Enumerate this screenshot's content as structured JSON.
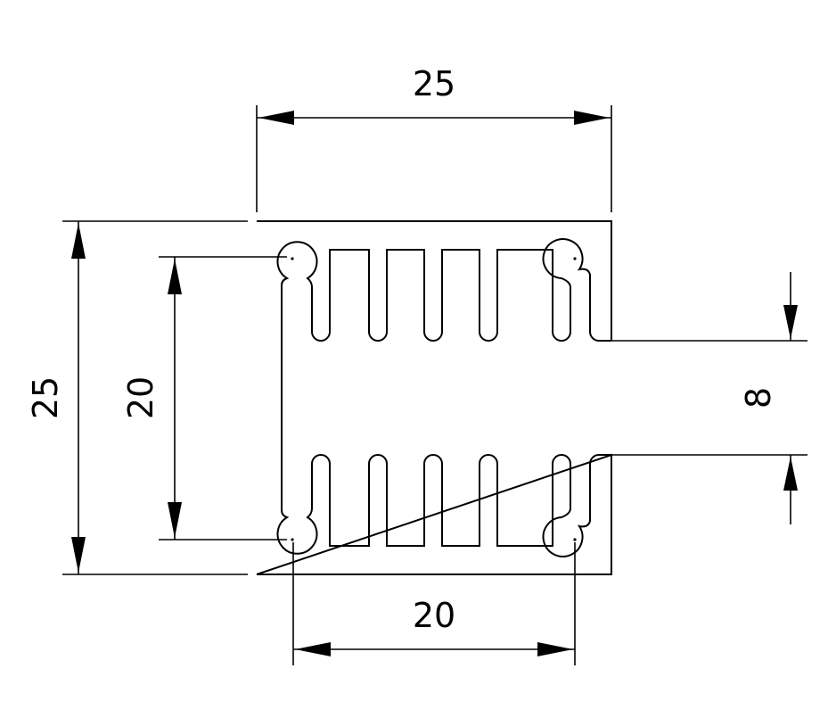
{
  "drawing": {
    "dimensions": {
      "top_width": "25",
      "left_height": "25",
      "inner_height": "20",
      "bottom_width": "20",
      "slot_gap": "8"
    },
    "colors": {
      "line": "#000000",
      "background": "#ffffff"
    }
  }
}
